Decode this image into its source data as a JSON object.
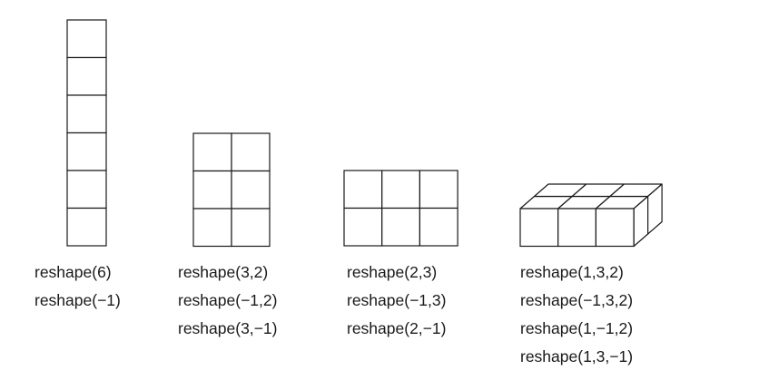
{
  "groups": [
    {
      "id": "shape-6x1",
      "rows": 6,
      "cols": 1,
      "captions": [
        "reshape(6)",
        "reshape(−1)"
      ]
    },
    {
      "id": "shape-3x2",
      "rows": 3,
      "cols": 2,
      "captions": [
        "reshape(3,2)",
        "reshape(−1,2)",
        "reshape(3,−1)"
      ]
    },
    {
      "id": "shape-2x3",
      "rows": 2,
      "cols": 3,
      "captions": [
        "reshape(2,3)",
        "reshape(−1,3)",
        "reshape(2,−1)"
      ]
    },
    {
      "id": "shape-1x3x2",
      "rows": 1,
      "cols": 3,
      "depth": 2,
      "captions": [
        "reshape(1,3,2)",
        "reshape(−1,3,2)",
        "reshape(1,−1,2)",
        "reshape(1,3,−1)"
      ]
    }
  ]
}
